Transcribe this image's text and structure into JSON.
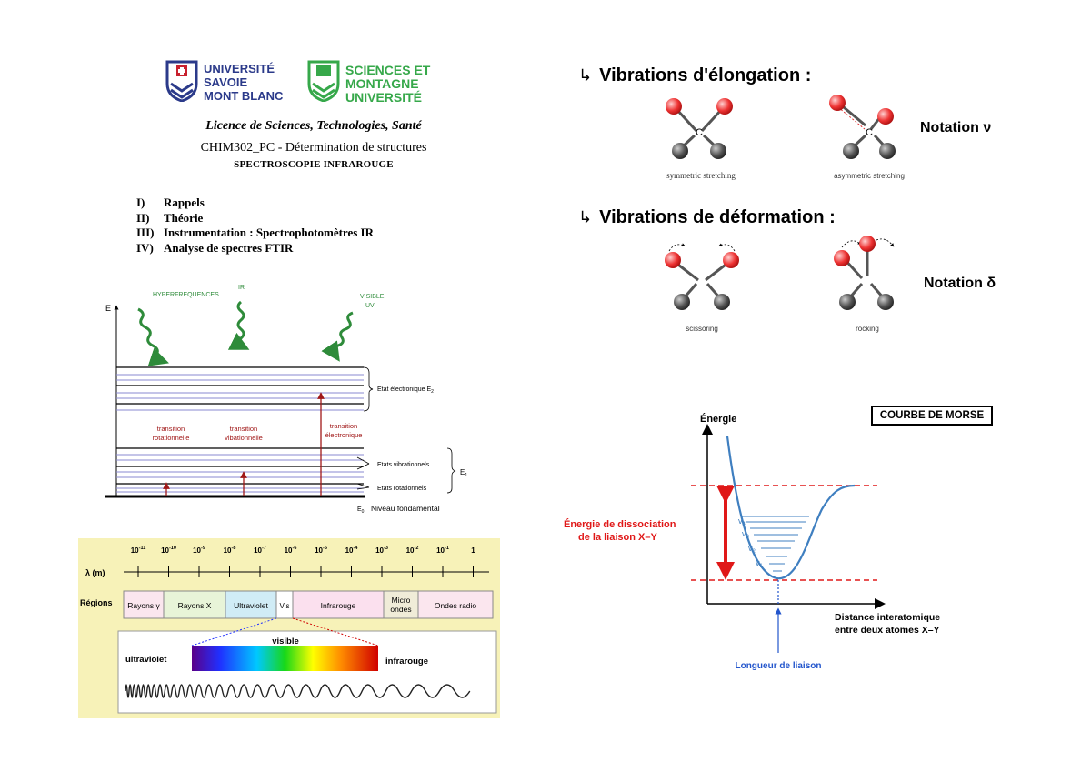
{
  "header": {
    "usmb_logo": "UNIVERSITÉ SAVOIE MONT BLANC",
    "sm_logo": "SCIENCES ET MONTAGNE UNIVERSITÉ SAVOIE MONT BLANC",
    "licence": "Licence de Sciences, Technologies, Santé",
    "course": "CHIM302_PC - Détermination de structures",
    "subject": "Spectroscopie infrarouge"
  },
  "toc": [
    {
      "num": "I)",
      "label": "Rappels"
    },
    {
      "num": "II)",
      "label": "Théorie"
    },
    {
      "num": "III)",
      "label": "Instrumentation : Spectrophotomètres IR"
    },
    {
      "num": "IV)",
      "label": "Analyse de spectres FTIR"
    }
  ],
  "energy_diagram": {
    "axis_label": "E",
    "sources": [
      "HYPERFREQUENCES",
      "IR",
      "VISIBLE",
      "UV"
    ],
    "transitions": [
      {
        "line1": "transition",
        "line2": "rotationnelle"
      },
      {
        "line1": "transition",
        "line2": "vibationnelle"
      },
      {
        "line1": "transition",
        "line2": "électronique"
      }
    ],
    "state_e2": "Etat électronique E",
    "state_e2_sub": "2",
    "states_vib": "Etats vibrationnels",
    "states_rot": "Etats rotationnels",
    "e1": "E",
    "e1_sub": "1",
    "e0": "E",
    "e0_sub": "0",
    "ground": "Niveau fondamental",
    "colors": {
      "wave": "#2e8b3a",
      "transition": "#a01818",
      "levels": "#8a8ad0"
    }
  },
  "spectrum": {
    "axis_label": "λ (m)",
    "ticks": [
      "10",
      "10",
      "10",
      "10",
      "10",
      "10",
      "10",
      "10",
      "10",
      "10",
      "10",
      "1"
    ],
    "tick_exps": [
      "-11",
      "-10",
      "-9",
      "-8",
      "-7",
      "-6",
      "-5",
      "-4",
      "-3",
      "-2",
      "-1",
      ""
    ],
    "regions_label": "Régions",
    "regions": [
      "Rayons γ",
      "Rayons X",
      "Ultraviolet",
      "Vis",
      "Infrarouge",
      "Micro ondes",
      "Ondes radio"
    ],
    "visible_label": "visible",
    "uv_label": "ultraviolet",
    "ir_label": "infrarouge",
    "bg": "#f7f2b8"
  },
  "vibrations": {
    "stretch_title": "Vibrations d'élongation :",
    "stretch_sym": "symmetric stretching",
    "stretch_asym": "asymmetric stretching",
    "stretch_notation": "Notation ν",
    "deform_title": "Vibrations de déformation :",
    "deform_sciss": "scissoring",
    "deform_rock": "rocking",
    "deform_notation": "Notation δ",
    "atom_label": "C",
    "arrow_glyph": "↳"
  },
  "morse": {
    "box_title": "COURBE DE MORSE",
    "y_label": "Énergie",
    "x_label_1": "Distance interatomique",
    "x_label_2": "entre deux atomes X–Y",
    "dissoc_1": "Énergie de dissociation",
    "dissoc_2": "de la liaison X–Y",
    "length_label": "Longueur de liaison",
    "v_levels": [
      "v",
      "v",
      "v",
      "v"
    ],
    "v_subs": [
      "4",
      "3",
      "2",
      "1"
    ],
    "colors": {
      "curve": "#3f7fc0",
      "dissoc": "#e01818",
      "length": "#2255cc"
    }
  }
}
